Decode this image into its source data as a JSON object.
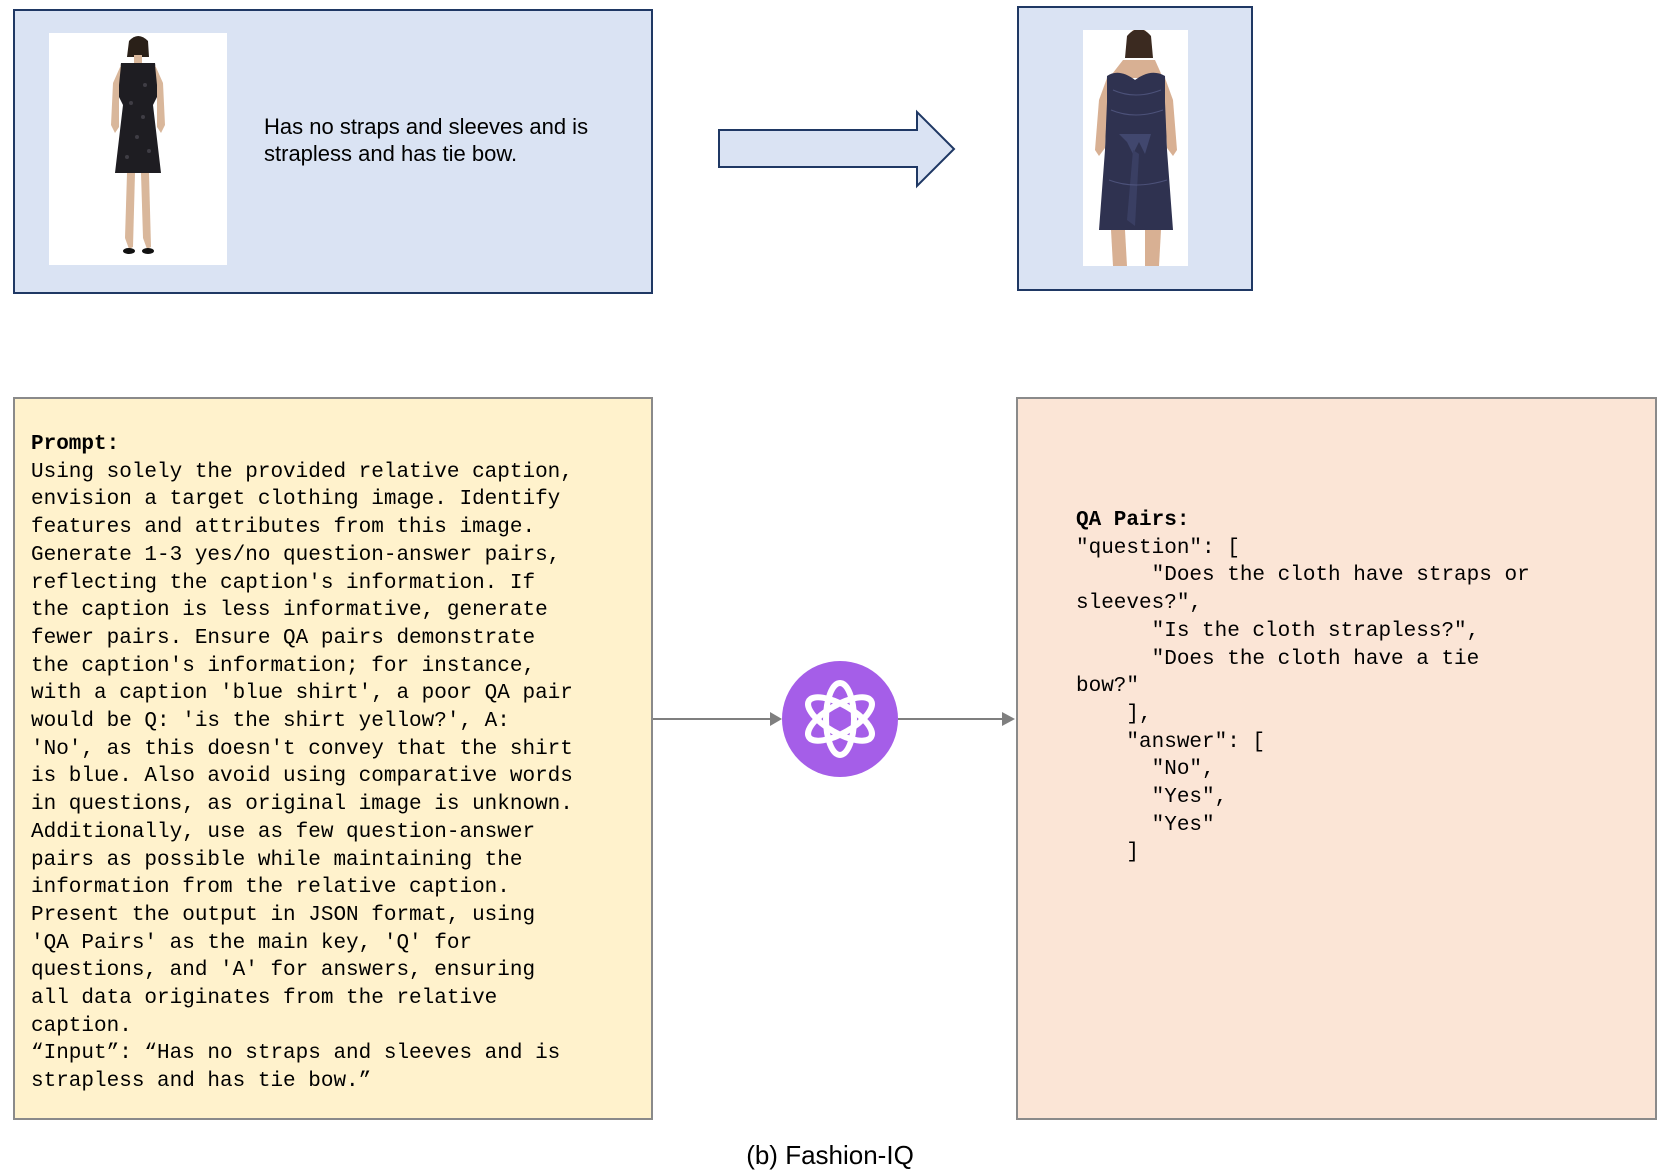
{
  "reference": {
    "caption": "Has no straps and sleeves and is strapless and has tie bow."
  },
  "prompt": {
    "heading": "Prompt:",
    "body": "Using solely the provided relative caption,\nenvision a target clothing image. Identify\nfeatures and attributes from this image.\nGenerate 1-3 yes/no question-answer pairs,\nreflecting the caption's information. If\nthe caption is less informative, generate\nfewer pairs. Ensure QA pairs demonstrate\nthe caption's information; for instance,\nwith a caption 'blue shirt', a poor QA pair\nwould be Q: 'is the shirt yellow?', A:\n'No', as this doesn't convey that the shirt\nis blue. Also avoid using comparative words\nin questions, as original image is unknown.\nAdditionally, use as few question-answer\npairs as possible while maintaining the\ninformation from the relative caption.\nPresent the output in JSON format, using\n'QA Pairs' as the main key, 'Q' for\nquestions, and 'A' for answers, ensuring\nall data originates from the relative\ncaption.\n“Input”: “Has no straps and sleeves and is\nstrapless and has tie bow.”"
  },
  "qa": {
    "heading": "QA Pairs:",
    "body": "\"question\": [\n      \"Does the cloth have straps or\nsleeves?\",\n      \"Is the cloth strapless?\",\n      \"Does the cloth have a tie\nbow?\"\n    ],\n    \"answer\": [\n      \"No\",\n      \"Yes\",\n      \"Yes\"\n    ]"
  },
  "figure_caption": "(b) Fashion-IQ",
  "colors": {
    "image_box_fill": "#dae3f3",
    "image_box_border": "#1f3864",
    "prompt_fill": "#fff2cc",
    "qa_fill": "#fbe5d6",
    "llm_logo": "#a55ee8",
    "connector": "#7f7f7f"
  },
  "icons": {
    "reference_image": "woman-black-lace-dress",
    "target_image": "woman-strapless-navy-dress",
    "model_logo": "openai-logo-icon",
    "big_arrow": "right-arrow"
  }
}
